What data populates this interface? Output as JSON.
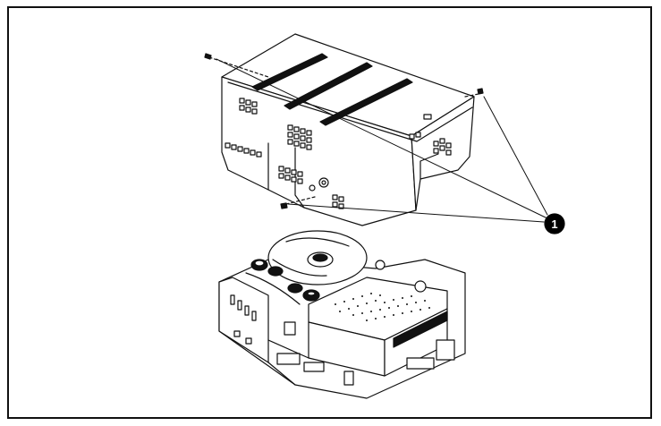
{
  "figure": {
    "callouts": [
      {
        "label": "1",
        "target": "cover-screws"
      }
    ],
    "parts": [
      "drive-cover",
      "tape-drive-mechanism",
      "cover-screw"
    ],
    "colors": {
      "line": "#111111",
      "fill": "#ffffff",
      "callout": "#000000"
    }
  }
}
